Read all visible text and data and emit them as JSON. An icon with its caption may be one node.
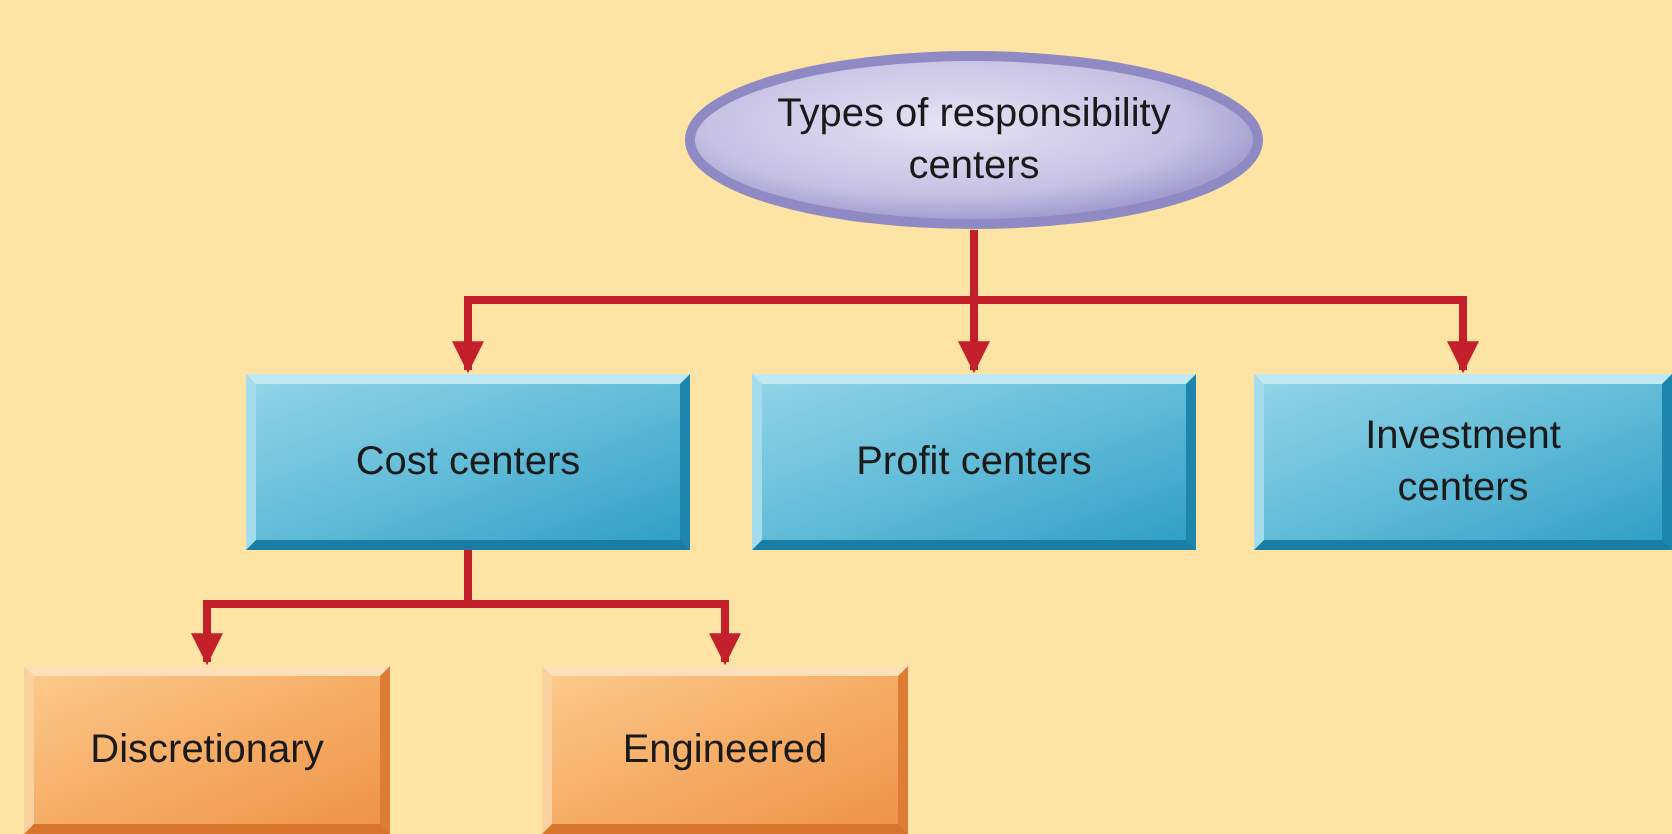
{
  "diagram": {
    "nodes": [
      {
        "text": [
          "Types of responsibility centers"
        ]
      },
      {
        "text": [
          "Cost centers"
        ]
      },
      {
        "text": [
          "Profit centers"
        ]
      },
      {
        "text": [
          "Investment centers"
        ]
      },
      {
        "text": [
          "Discretionary"
        ]
      },
      {
        "text": [
          "Engineered"
        ]
      }
    ],
    "edges": [
      {
        "from": 0,
        "to": 1,
        "arrow": "to"
      },
      {
        "from": 0,
        "to": 2,
        "arrow": "to"
      },
      {
        "from": 0,
        "to": 3,
        "arrow": "to"
      },
      {
        "from": 1,
        "to": 4,
        "arrow": "to"
      },
      {
        "from": 1,
        "to": 5,
        "arrow": "to"
      }
    ]
  }
}
